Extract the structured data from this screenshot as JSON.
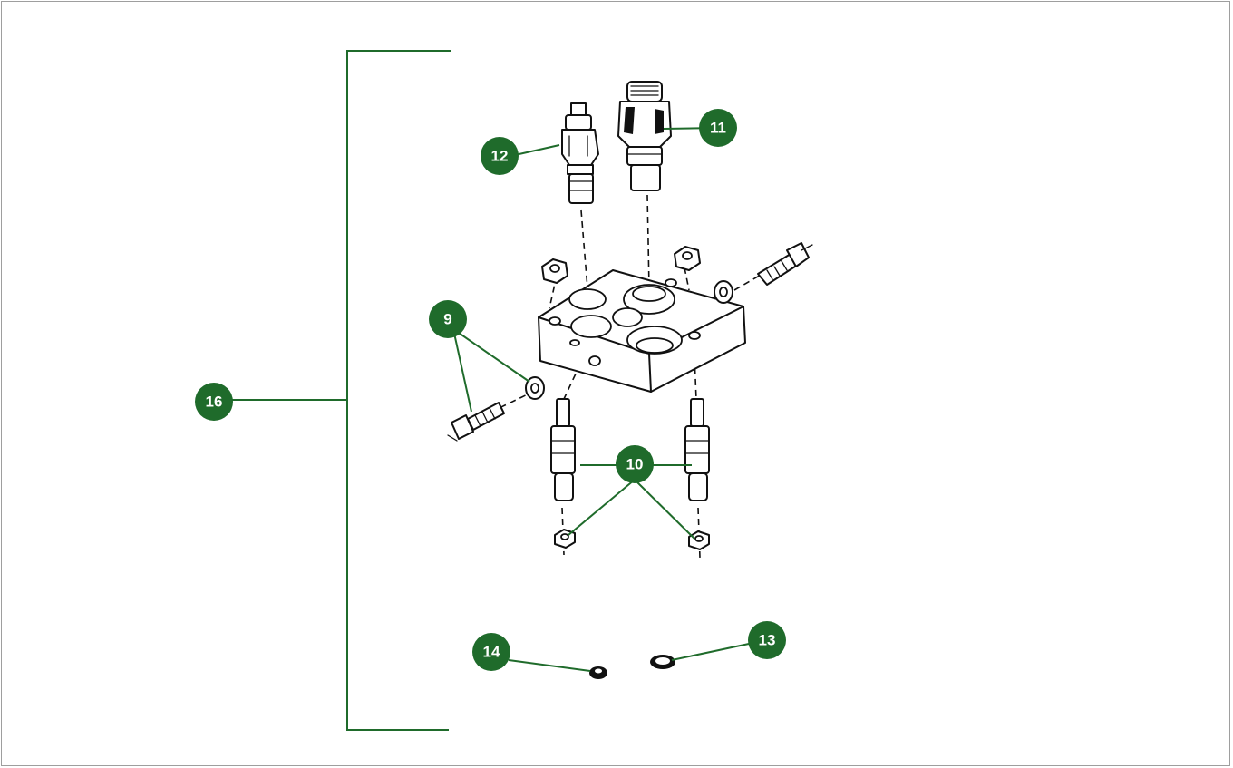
{
  "callouts": {
    "c9": "9",
    "c10": "10",
    "c11": "11",
    "c12": "12",
    "c13": "13",
    "c14": "14",
    "c16": "16"
  },
  "colors": {
    "callout_fill": "#1f6b2b",
    "callout_text": "#ffffff",
    "border": "#9e9e9e"
  }
}
